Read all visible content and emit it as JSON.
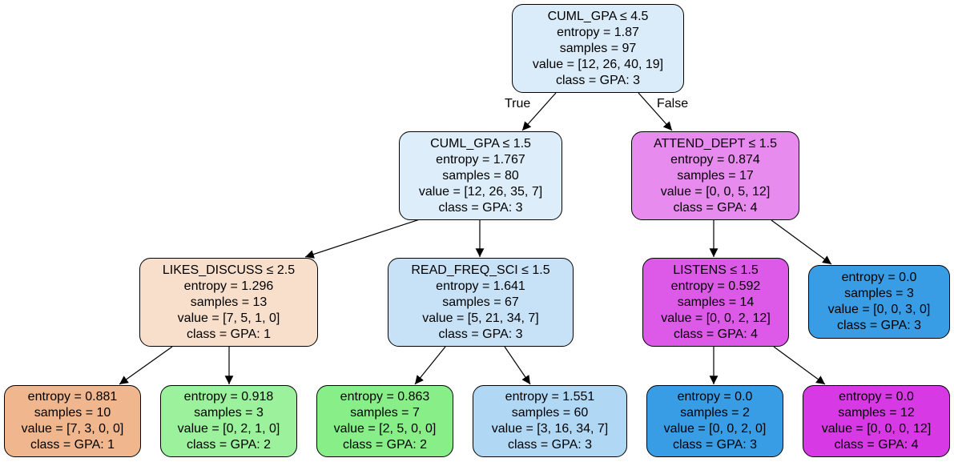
{
  "nodes": {
    "n0": {
      "lines": [
        "CUML_GPA ≤ 4.5",
        "entropy = 1.87",
        "samples = 97",
        "value = [12, 26, 40, 19]",
        "class = GPA: 3"
      ],
      "fill": "#daebf9"
    },
    "n1": {
      "lines": [
        "CUML_GPA ≤ 1.5",
        "entropy = 1.767",
        "samples = 80",
        "value = [12, 26, 35, 7]",
        "class = GPA: 3"
      ],
      "fill": "#ddedfa"
    },
    "n2": {
      "lines": [
        "ATTEND_DEPT ≤ 1.5",
        "entropy = 0.874",
        "samples = 17",
        "value = [0, 0, 5, 12]",
        "class = GPA: 4"
      ],
      "fill": "#e88bef"
    },
    "n3": {
      "lines": [
        "LIKES_DISCUSS ≤ 2.5",
        "entropy = 1.296",
        "samples = 13",
        "value = [7, 5, 1, 0]",
        "class = GPA: 1"
      ],
      "fill": "#f8dfcc"
    },
    "n4": {
      "lines": [
        "READ_FREQ_SCI ≤ 1.5",
        "entropy = 1.641",
        "samples = 67",
        "value = [5, 21, 34, 7]",
        "class = GPA: 3"
      ],
      "fill": "#c7e2f7"
    },
    "n5": {
      "lines": [
        "LISTENS ≤ 1.5",
        "entropy = 0.592",
        "samples = 14",
        "value = [0, 0, 2, 12]",
        "class = GPA: 4"
      ],
      "fill": "#dd59e8"
    },
    "n6": {
      "lines": [
        "entropy = 0.0",
        "samples = 3",
        "value = [0, 0, 3, 0]",
        "class = GPA: 3"
      ],
      "fill": "#399de5"
    },
    "n7": {
      "lines": [
        "entropy = 0.881",
        "samples = 10",
        "value = [7, 3, 0, 0]",
        "class = GPA: 1"
      ],
      "fill": "#f0b78e"
    },
    "n8": {
      "lines": [
        "entropy = 0.918",
        "samples = 3",
        "value = [0, 2, 1, 0]",
        "class = GPA: 2"
      ],
      "fill": "#9cf29c"
    },
    "n9": {
      "lines": [
        "entropy = 0.863",
        "samples = 7",
        "value = [2, 5, 0, 0]",
        "class = GPA: 2"
      ],
      "fill": "#88ef88"
    },
    "n10": {
      "lines": [
        "entropy = 1.551",
        "samples = 60",
        "value = [3, 16, 34, 7]",
        "class = GPA: 3"
      ],
      "fill": "#b0d8f5"
    },
    "n11": {
      "lines": [
        "entropy = 0.0",
        "samples = 2",
        "value = [0, 0, 2, 0]",
        "class = GPA: 3"
      ],
      "fill": "#399de5"
    },
    "n12": {
      "lines": [
        "entropy = 0.0",
        "samples = 12",
        "value = [0, 0, 0, 12]",
        "class = GPA: 4"
      ],
      "fill": "#d739e5"
    }
  },
  "edge_labels": {
    "true": "True",
    "false": "False"
  }
}
